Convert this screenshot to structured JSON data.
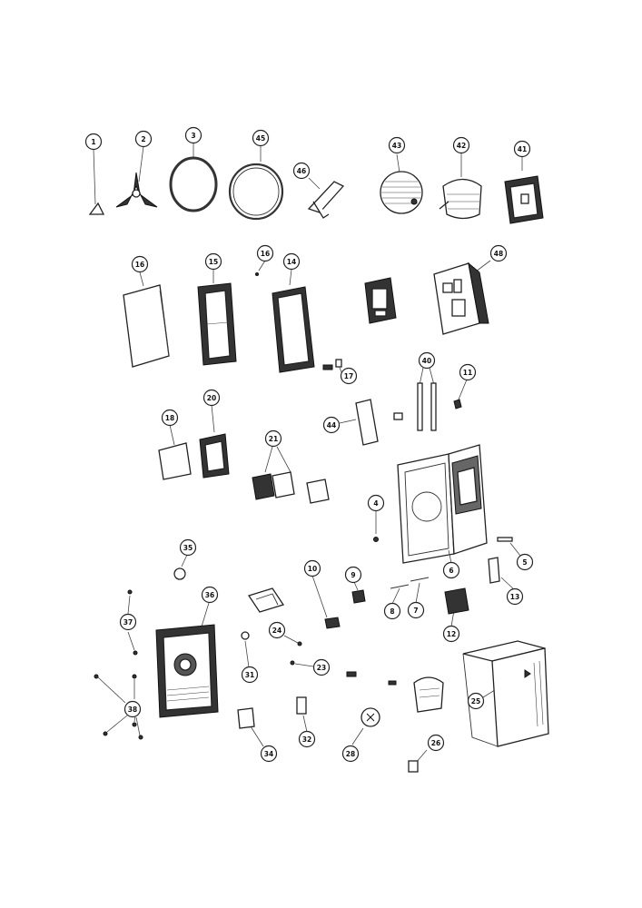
{
  "parts": [
    {
      "id": "p1",
      "label": "1"
    },
    {
      "id": "p2",
      "label": "2"
    },
    {
      "id": "p3",
      "label": "3"
    },
    {
      "id": "p45",
      "label": "45"
    },
    {
      "id": "p46",
      "label": "46"
    },
    {
      "id": "p43",
      "label": "43"
    },
    {
      "id": "p42",
      "label": "42"
    },
    {
      "id": "p41",
      "label": "41"
    },
    {
      "id": "p16a",
      "label": "16"
    },
    {
      "id": "p15",
      "label": "15"
    },
    {
      "id": "p16b",
      "label": "16"
    },
    {
      "id": "p14",
      "label": "14"
    },
    {
      "id": "p48",
      "label": "48"
    },
    {
      "id": "p17",
      "label": "17"
    },
    {
      "id": "p40",
      "label": "40"
    },
    {
      "id": "p11",
      "label": "11"
    },
    {
      "id": "p44",
      "label": "44"
    },
    {
      "id": "p18",
      "label": "18"
    },
    {
      "id": "p20",
      "label": "20"
    },
    {
      "id": "p21",
      "label": "21"
    },
    {
      "id": "p4",
      "label": "4"
    },
    {
      "id": "p5",
      "label": "5"
    },
    {
      "id": "p6",
      "label": "6"
    },
    {
      "id": "p35",
      "label": "35"
    },
    {
      "id": "p10",
      "label": "10"
    },
    {
      "id": "p9",
      "label": "9"
    },
    {
      "id": "p8",
      "label": "8"
    },
    {
      "id": "p7",
      "label": "7"
    },
    {
      "id": "p13",
      "label": "13"
    },
    {
      "id": "p36",
      "label": "36"
    },
    {
      "id": "p37",
      "label": "37"
    },
    {
      "id": "p24",
      "label": "24"
    },
    {
      "id": "p12",
      "label": "12"
    },
    {
      "id": "p31",
      "label": "31"
    },
    {
      "id": "p23",
      "label": "23"
    },
    {
      "id": "p25",
      "label": "25"
    },
    {
      "id": "p38",
      "label": "38"
    },
    {
      "id": "p34",
      "label": "34"
    },
    {
      "id": "p32",
      "label": "32"
    },
    {
      "id": "p28",
      "label": "28"
    },
    {
      "id": "p26",
      "label": "26"
    }
  ]
}
